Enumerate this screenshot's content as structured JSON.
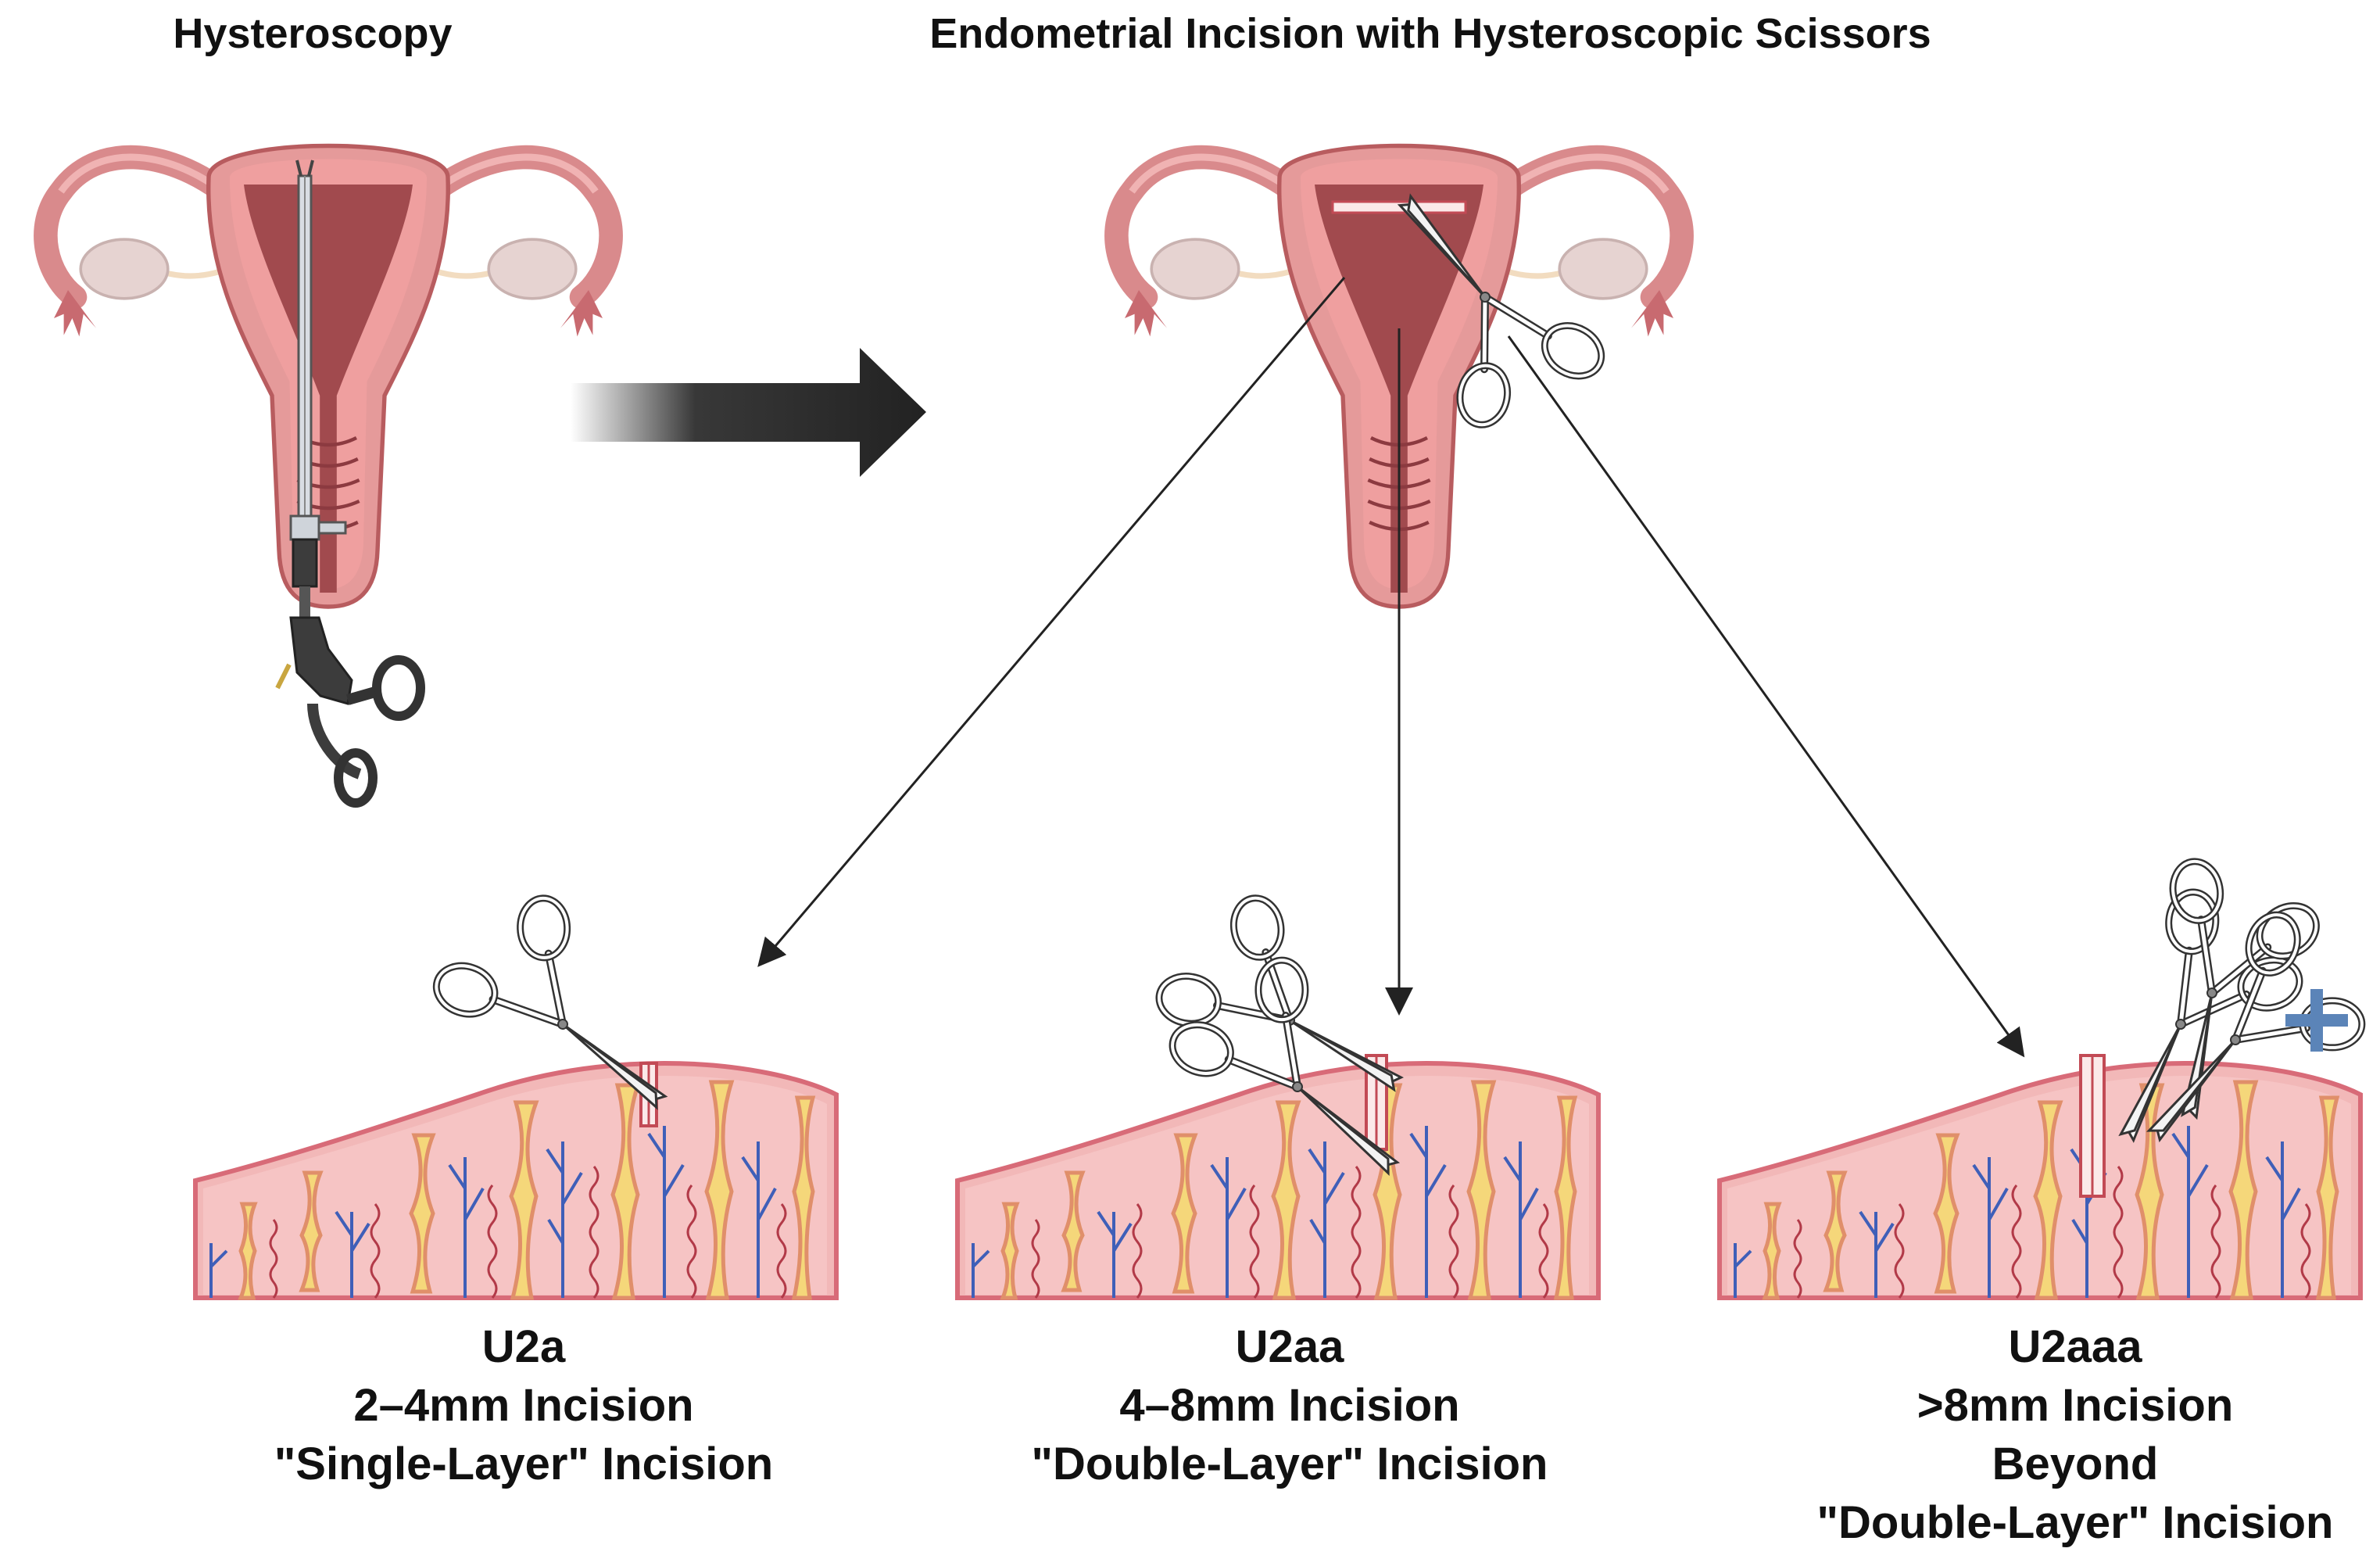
{
  "titles": {
    "left": "Hysteroscopy",
    "right": "Endometrial Incision with Hysteroscopic Scissors"
  },
  "panels": [
    {
      "code": "U2a",
      "lines": [
        "2–4mm Incision",
        "\"Single-Layer\" Incision"
      ]
    },
    {
      "code": "U2aa",
      "lines": [
        "4–8mm Incision",
        "\"Double-Layer\" Incision"
      ]
    },
    {
      "code": "U2aaa",
      "lines": [
        ">8mm Incision",
        "Beyond",
        "\"Double-Layer\" Incision"
      ]
    }
  ],
  "colors": {
    "uterus_body": "#e59a9a",
    "uterus_dark": "#b85c5f",
    "cavity": "#a14a4e",
    "ovary": "#e8d6d4",
    "tissue": "#f2b8b8",
    "tissue_edge": "#d86b78",
    "gland": "#f5d77a",
    "vessel_blue": "#3f5fb8",
    "vessel_red": "#b23a48",
    "arrow": "#222222",
    "plus": "#5b84b8"
  },
  "icons": [
    "hysteroscope-icon",
    "scissors-icon",
    "plus-icon",
    "arrow-right-icon"
  ]
}
